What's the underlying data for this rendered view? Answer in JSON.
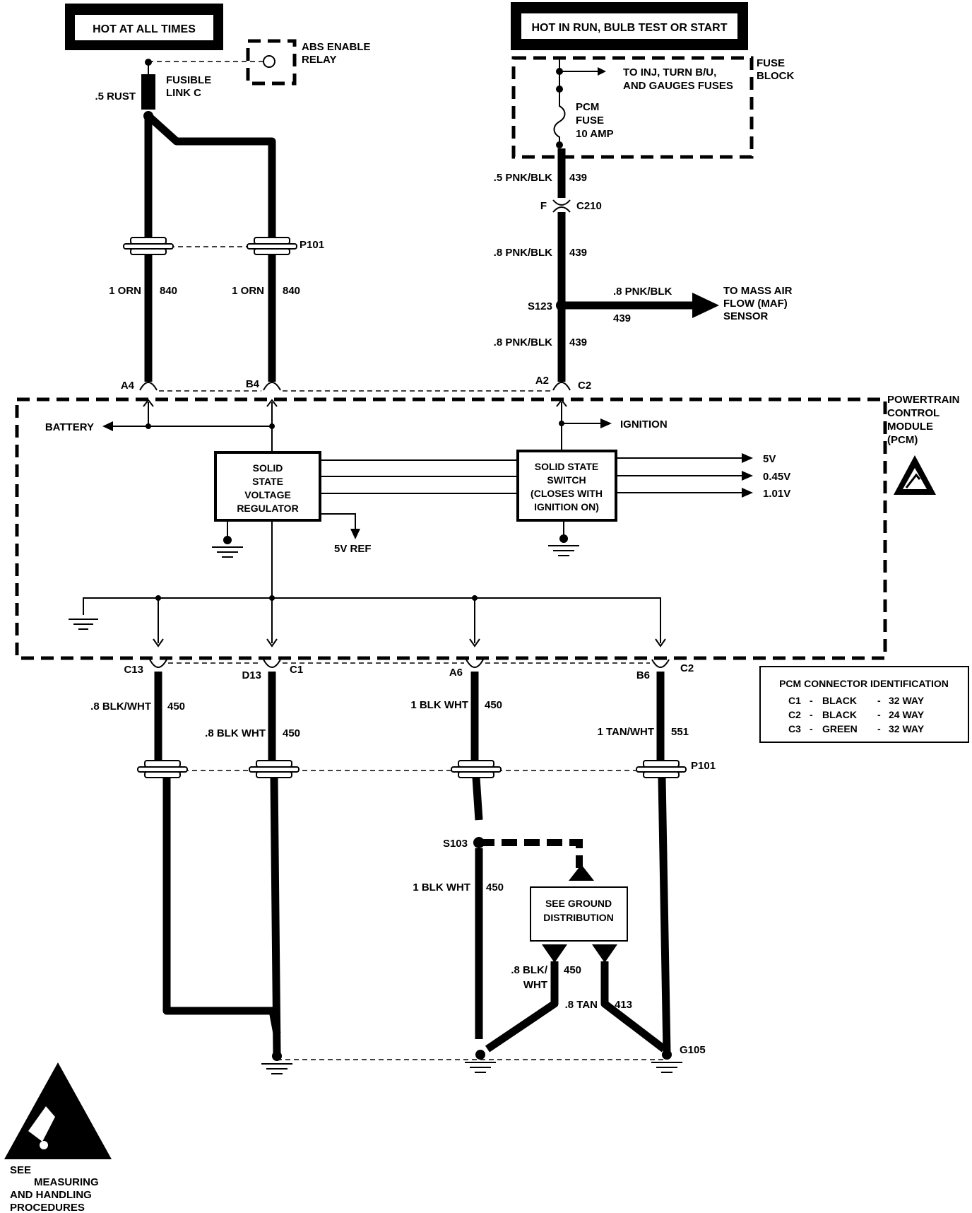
{
  "top_boxes": {
    "hot_all_times": "HOT AT ALL TIMES",
    "hot_run": "HOT IN RUN, BULB TEST OR START"
  },
  "abs_relay": [
    "ABS ENABLE",
    "RELAY"
  ],
  "fusible_link": [
    "FUSIBLE",
    "LINK C"
  ],
  "rust_wire": ".5 RUST",
  "fuse_block": {
    "title": [
      "FUSE",
      "BLOCK"
    ],
    "to_fuses": [
      "TO INJ, TURN B/U,",
      "AND GAUGES FUSES"
    ],
    "pcm_fuse": [
      "PCM",
      "FUSE",
      "10 AMP"
    ]
  },
  "wires_top": {
    "pnk_blk_a": ".5 PNK/BLK",
    "pnk_blk_a_num": "439",
    "c210_f": "F",
    "c210": "C210",
    "pnk_blk_b": ".8 PNK/BLK",
    "pnk_blk_b_num": "439",
    "s123": "S123",
    "maf_wire": ".8 PNK/BLK",
    "maf_num": "439",
    "maf_label": [
      "TO MASS AIR",
      "FLOW (MAF)",
      "SENSOR"
    ],
    "pnk_blk_c": ".8 PNK/BLK",
    "pnk_blk_c_num": "439",
    "p101_top": "P101",
    "orn_left": "1 ORN",
    "orn_left_num": "840",
    "orn_right": "1 ORN",
    "orn_right_num": "840"
  },
  "pins_top": {
    "a4": "A4",
    "b4": "B4",
    "a2": "A2",
    "c2": "C2"
  },
  "pcm": {
    "title": [
      "POWERTRAIN",
      "CONTROL",
      "MODULE",
      "(PCM)"
    ],
    "battery": "BATTERY",
    "ignition": "IGNITION",
    "regulator": [
      "SOLID",
      "STATE",
      "VOLTAGE",
      "REGULATOR"
    ],
    "switch": [
      "SOLID STATE",
      "SWITCH",
      "(CLOSES WITH",
      "IGNITION ON)"
    ],
    "ref": "5V REF",
    "out_5v": "5V",
    "out_045": "0.45V",
    "out_101": "1.01V"
  },
  "pins_bottom": {
    "c13": "C13",
    "d13": "D13",
    "c1": "C1",
    "a6": "A6",
    "b6": "B6",
    "c2": "C2"
  },
  "wires_bottom": {
    "w1": ".8 BLK/WHT",
    "w1_num": "450",
    "w2": ".8 BLK WHT",
    "w2_num": "450",
    "w3": "1 BLK WHT",
    "w3_num": "450",
    "w4": "1 TAN/WHT",
    "w4_num": "551",
    "p101": "P101",
    "s103": "S103",
    "w5": "1 BLK WHT",
    "w5_num": "450",
    "w6a": ".8 BLK/",
    "w6b": "WHT",
    "w6_num": "450",
    "w7": ".8 TAN",
    "w7_num": "413",
    "g105": "G105"
  },
  "ground_dist": [
    "SEE GROUND",
    "DISTRIBUTION"
  ],
  "connector_id": {
    "title": "PCM CONNECTOR IDENTIFICATION",
    "rows": [
      [
        "C1",
        "-",
        "BLACK",
        "-",
        "32 WAY"
      ],
      [
        "C2",
        "-",
        "BLACK",
        "-",
        "24 WAY"
      ],
      [
        "C3",
        "-",
        "GREEN",
        "-",
        "32 WAY"
      ]
    ]
  },
  "esd_note": [
    "SEE",
    "MEASURING",
    "AND HANDLING",
    "PROCEDURES"
  ],
  "icons": {
    "esd": "esd-warning-icon",
    "ground": "ground-symbol-icon"
  }
}
